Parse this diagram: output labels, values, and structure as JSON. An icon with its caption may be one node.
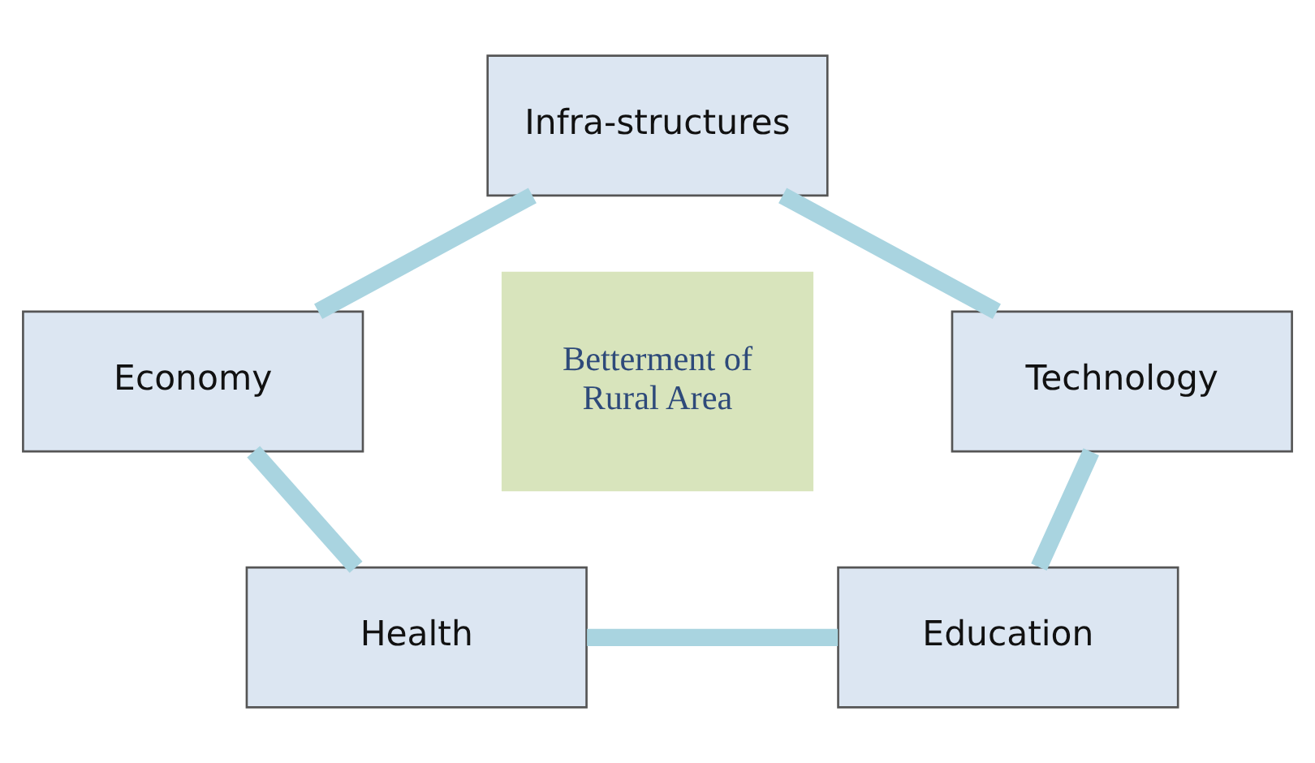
{
  "diagram": {
    "nodes": [
      {
        "text": [
          "Infra-structures"
        ]
      },
      {
        "text": [
          "Economy"
        ]
      },
      {
        "text": [
          "Betterment of Rural Area"
        ]
      },
      {
        "text": [
          "Technology"
        ]
      },
      {
        "text": [
          "Health"
        ]
      },
      {
        "text": [
          "Education"
        ]
      }
    ],
    "edges": [
      {
        "from": 0,
        "to": 3,
        "arrow": "none"
      },
      {
        "from": 3,
        "to": 5,
        "arrow": "none"
      },
      {
        "from": 4,
        "to": 5,
        "arrow": "none"
      },
      {
        "from": 1,
        "to": 4,
        "arrow": "none"
      },
      {
        "from": 1,
        "to": 0,
        "arrow": "none"
      }
    ]
  }
}
